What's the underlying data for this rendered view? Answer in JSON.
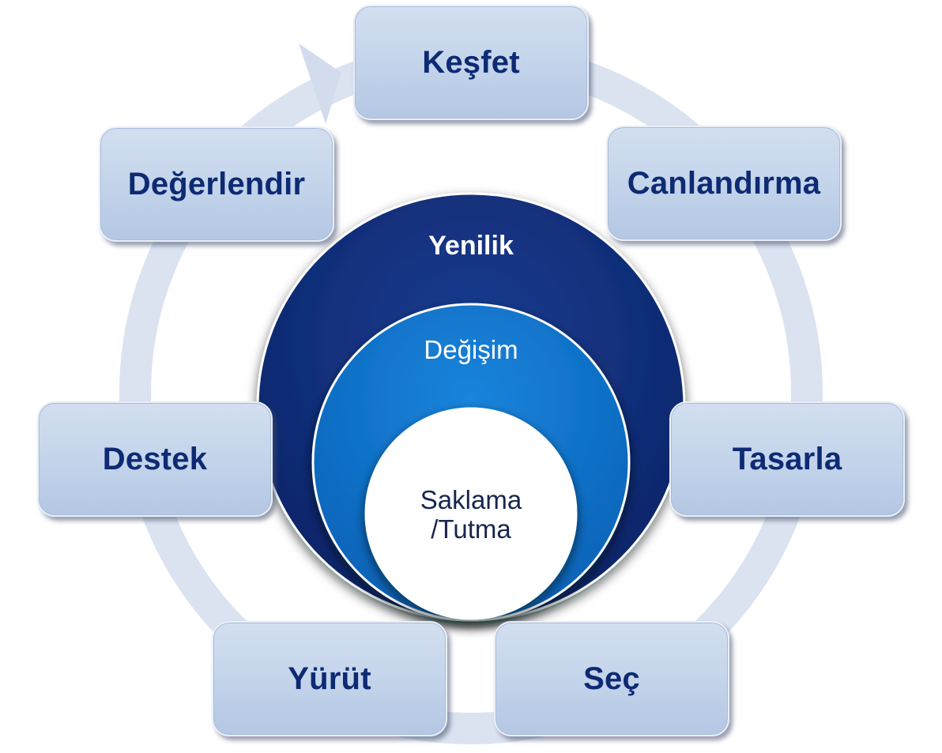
{
  "cycle_steps": [
    {
      "id": "kesfet",
      "label": "Keşfet"
    },
    {
      "id": "canlandirma",
      "label": "Canlandırma"
    },
    {
      "id": "tasarla",
      "label": "Tasarla"
    },
    {
      "id": "sec",
      "label": "Seç"
    },
    {
      "id": "yurut",
      "label": "Yürüt"
    },
    {
      "id": "destek",
      "label": "Destek"
    },
    {
      "id": "degerlendir",
      "label": "Değerlendir"
    }
  ],
  "circles": {
    "outer": "Yenilik",
    "middle": "Değişim",
    "inner_line1": "Saklama",
    "inner_line2": "/Tutma"
  },
  "colors": {
    "ring": "#dbe3f1",
    "box_fill": "#c2d3ea",
    "box_text": "#0d2a73",
    "outer_circle": "#0d2a73",
    "middle_circle": "#0a70c9",
    "inner_circle": "#ffffff"
  }
}
